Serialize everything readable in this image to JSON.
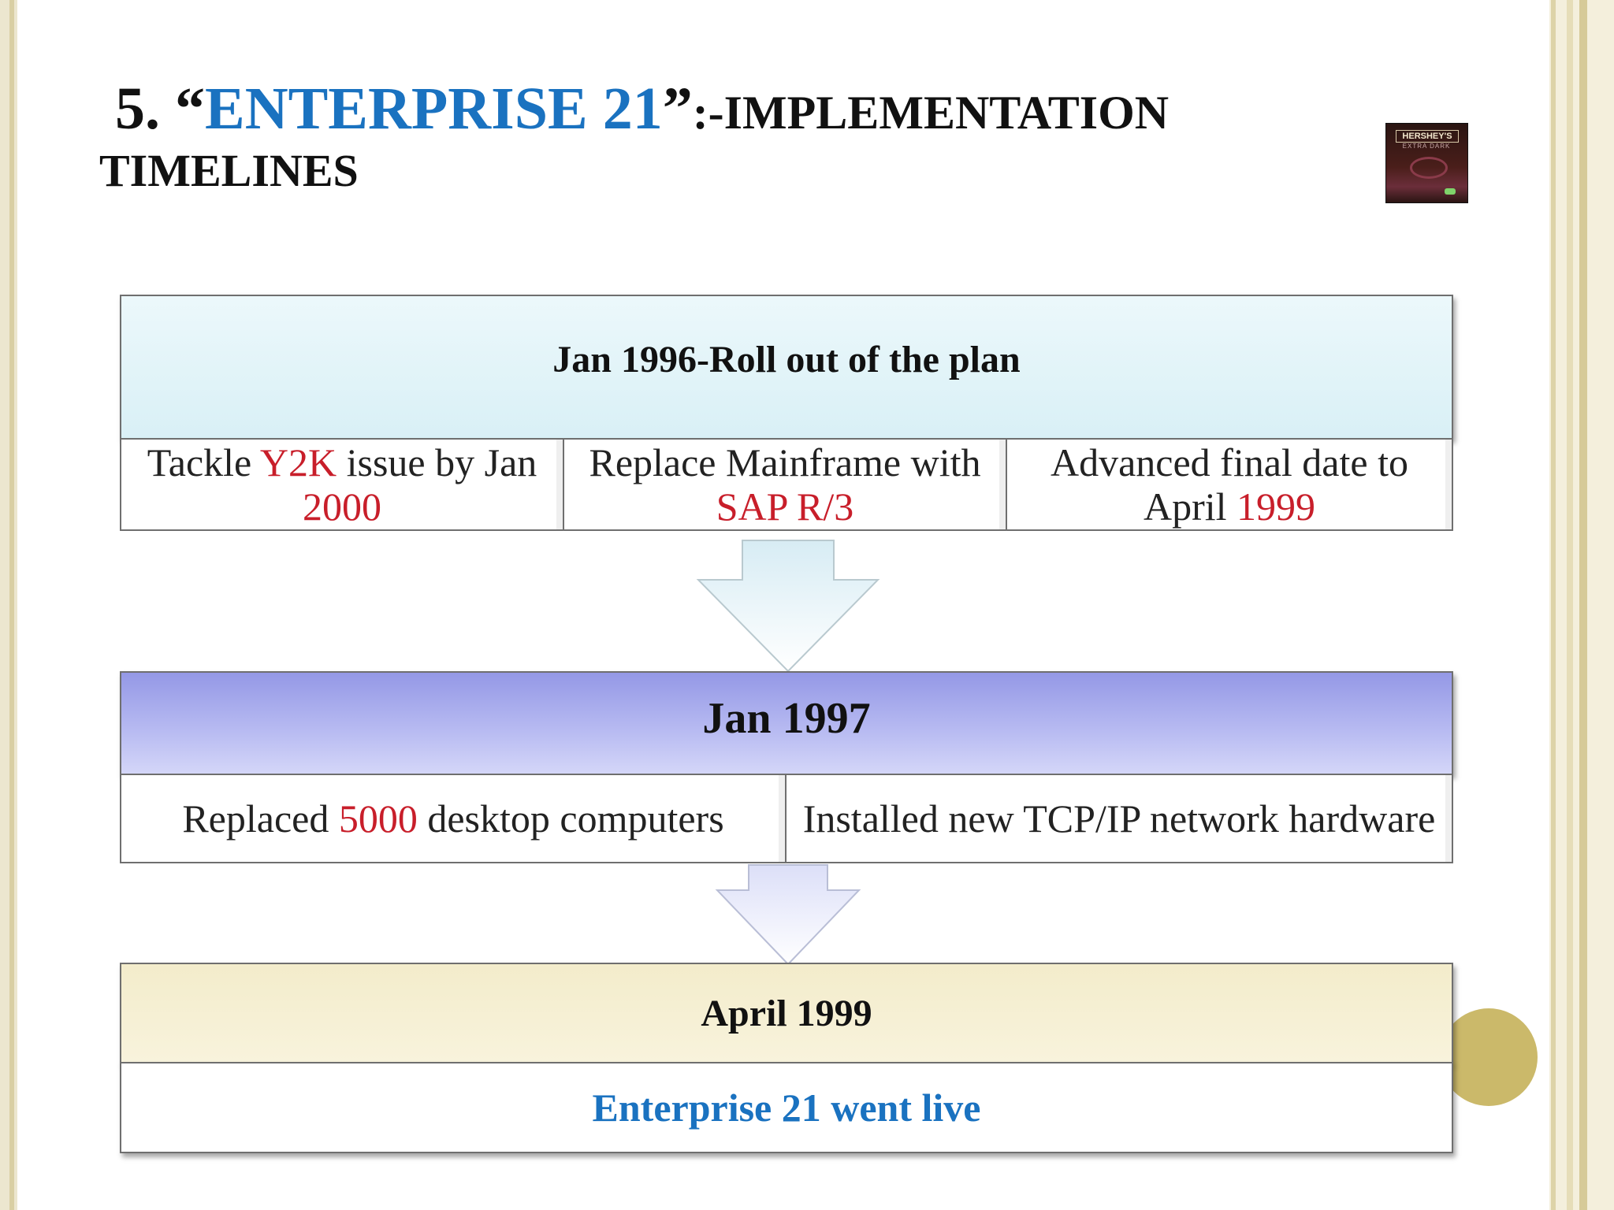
{
  "title": {
    "number": "5. ",
    "quote_open": "“",
    "highlight": "ENTERPRISE 21",
    "quote_close": "”",
    "rest": ":-IMPLEMENTATION",
    "line2": "TIMELINES"
  },
  "logo": {
    "brand": "HERSHEY'S",
    "sub": "EXTRA DARK"
  },
  "colors": {
    "accent_blue": "#1a72c0",
    "accent_red": "#c81e2a",
    "gold": "#cbb96a"
  },
  "stage1": {
    "header": "Jan 1996-Roll out of the plan",
    "cells": [
      {
        "pre": "Tackle ",
        "red1": "Y2K",
        "mid": " issue by Jan ",
        "red2": "2000"
      },
      {
        "pre": "Replace Mainframe with ",
        "red1": "SAP R/3"
      },
      {
        "pre": "Advanced final date to April ",
        "red1": "1999"
      }
    ]
  },
  "stage2": {
    "header": "Jan 1997",
    "cells": [
      {
        "pre": "Replaced ",
        "red1": "5000",
        "post": " desktop computers"
      },
      {
        "text": "Installed new TCP/IP network hardware"
      }
    ]
  },
  "stage3": {
    "header": "April 1999",
    "result": "Enterprise 21 went live"
  }
}
